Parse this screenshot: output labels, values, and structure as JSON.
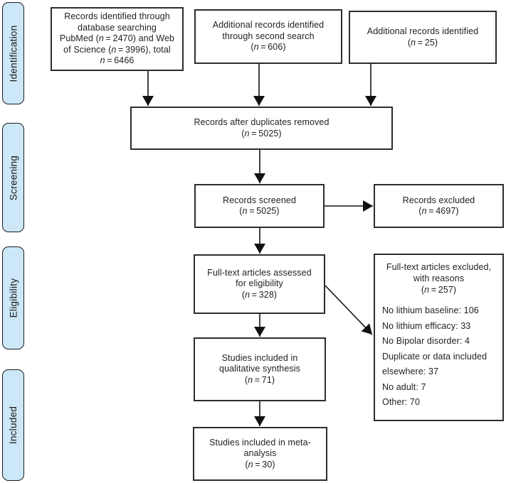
{
  "colors": {
    "stage_fill": "#cbe7f8",
    "stage_border": "#1b1b1b",
    "box_border": "#2d2d2d",
    "text": "#1f1f1f",
    "arrow": "#111111",
    "background": "#ffffff"
  },
  "stages": [
    {
      "label": "Identification"
    },
    {
      "label": "Screening"
    },
    {
      "label": "Eligibility"
    },
    {
      "label": "Included"
    }
  ],
  "boxes": {
    "db_search": {
      "lines": [
        "Records identified through",
        "database searching",
        "PubMed (n=2470) and Web",
        "of Science (n=3996), total",
        "n=6466"
      ]
    },
    "second_search": {
      "lines": [
        "Additional records identified",
        "through second search",
        "(n=606)"
      ]
    },
    "additional": {
      "lines": [
        "Additional records identified",
        "(n=25)"
      ]
    },
    "duplicates": {
      "lines": [
        "Records after duplicates removed",
        "(n=5025)"
      ]
    },
    "screened": {
      "lines": [
        "Records screened",
        "(n=5025)"
      ]
    },
    "excluded": {
      "lines": [
        "Records excluded",
        "(n=4697)"
      ]
    },
    "fulltext": {
      "lines": [
        "Full-text articles assessed",
        "for eligibility",
        "(n=328)"
      ]
    },
    "reasons": {
      "header_lines": [
        "Full-text articles excluded,",
        "with reasons",
        "(n=257)"
      ],
      "items": [
        "No lithium baseline: 106",
        "No lithium efficacy: 33",
        "No Bipolar disorder: 4",
        "Duplicate or data included elsewhere: 37",
        "No adult: 7",
        "Other: 70"
      ]
    },
    "qualitative": {
      "lines": [
        "Studies included in",
        "qualitative synthesis",
        "(n=71)"
      ]
    },
    "meta": {
      "lines": [
        "Studies included in meta-",
        "analysis",
        "(n=30)"
      ]
    }
  }
}
